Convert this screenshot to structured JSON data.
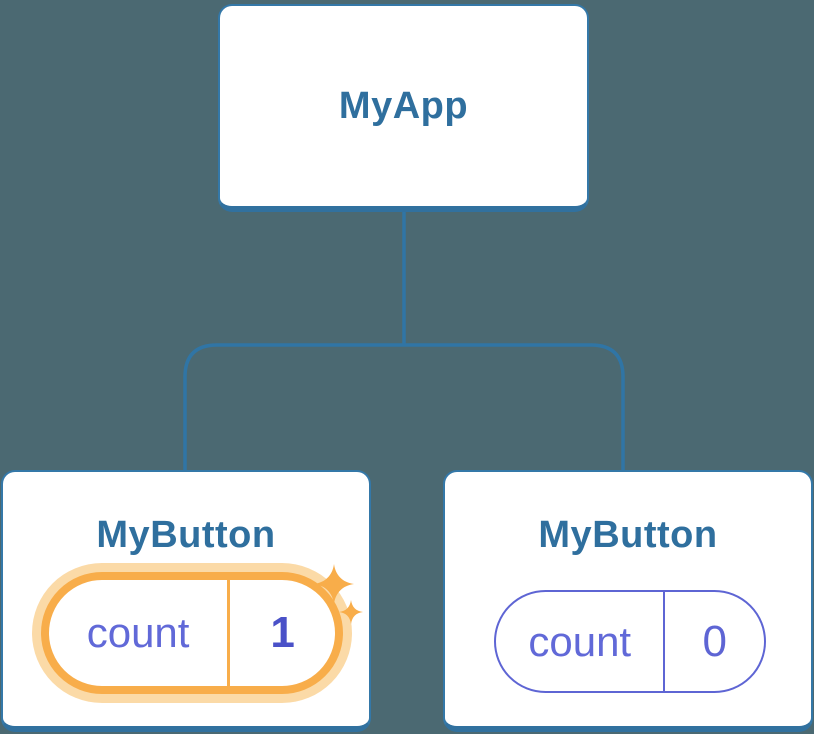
{
  "diagram": {
    "type": "component-tree",
    "background_color": "#4b6972",
    "connector_color": "#3075a5",
    "node_border_color": "#3478a8",
    "node_title_color": "#2f6f9e",
    "root": {
      "label": "MyApp"
    },
    "children": [
      {
        "label": "MyButton",
        "state": {
          "name": "count",
          "value": "1"
        },
        "highlighted": true,
        "highlight_color": "#f8ad4a",
        "icon": "sparkles-icon"
      },
      {
        "label": "MyButton",
        "state": {
          "name": "count",
          "value": "0"
        },
        "highlighted": false,
        "accent_color": "#5e65d4"
      }
    ]
  }
}
